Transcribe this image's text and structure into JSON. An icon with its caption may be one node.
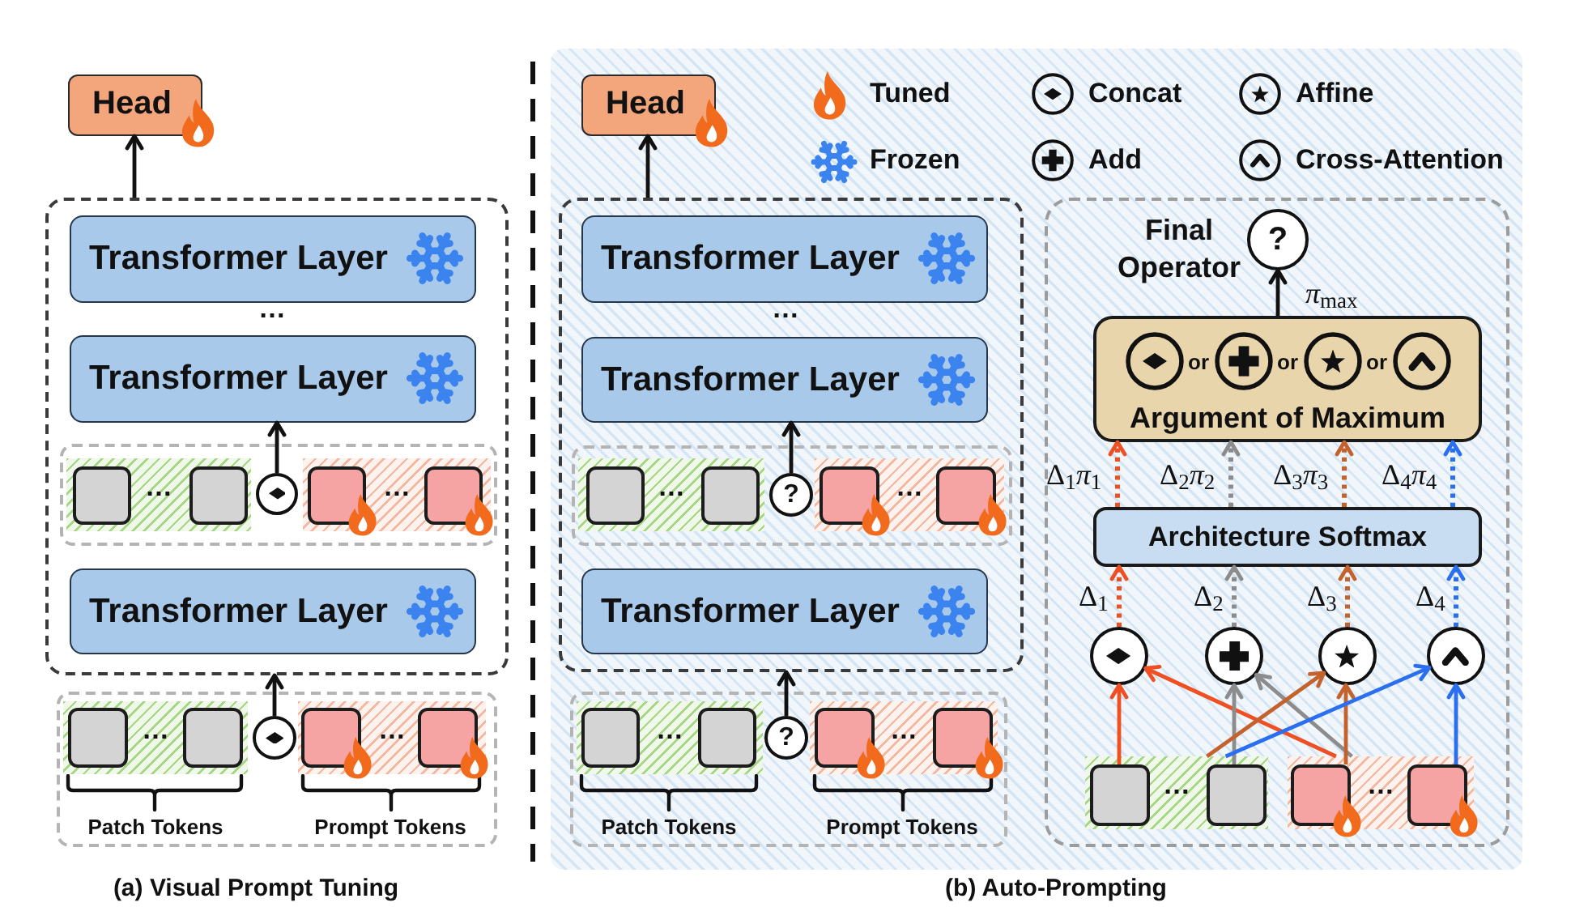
{
  "diagram": {
    "nodes": [
      {
        "text": [
          "Head"
        ]
      },
      {
        "text": [],
        "shape": "box"
      },
      {
        "text": [
          "Transformer Layer"
        ],
        "in": 1
      },
      {
        "text": [
          "Transformer Layer"
        ],
        "in": 1
      },
      {
        "text": [],
        "shape": "box",
        "in": 1
      },
      {
        "text": [
          "…"
        ],
        "in": 4
      },
      {
        "text": [],
        "shape": "box",
        "in": 5
      },
      {
        "text": [],
        "shape": "box",
        "in": 5
      },
      {
        "text": [],
        "shape": "circle",
        "in": 4
      },
      {
        "text": [
          "…"
        ],
        "in": 4
      },
      {
        "text": [],
        "shape": "box",
        "in": 9
      },
      {
        "text": [],
        "shape": "box",
        "in": 9
      },
      {
        "text": [
          "Transformer Layer"
        ],
        "in": 1
      },
      {
        "text": [],
        "shape": "box"
      },
      {
        "text": [
          "…"
        ],
        "in": 13,
        "beside": [
          "Patch Tokens"
        ]
      },
      {
        "text": [],
        "shape": "box",
        "in": 14
      },
      {
        "text": [],
        "shape": "box",
        "in": 14
      },
      {
        "text": [],
        "shape": "circle",
        "in": 13
      },
      {
        "text": [
          "…"
        ],
        "in": 13,
        "beside": [
          "Prompt Tokens"
        ]
      },
      {
        "text": [],
        "shape": "box",
        "in": 18
      },
      {
        "text": [],
        "shape": "box",
        "in": 18
      },
      {
        "text": [
          "Head"
        ]
      },
      {
        "text": [],
        "shape": "box"
      },
      {
        "text": [
          "Transformer Layer"
        ],
        "in": 22
      },
      {
        "text": [
          "Transformer Layer"
        ],
        "in": 22
      },
      {
        "text": [],
        "shape": "box",
        "in": 22
      },
      {
        "text": [
          "…"
        ],
        "in": 25
      },
      {
        "text": [],
        "shape": "box",
        "in": 26
      },
      {
        "text": [],
        "shape": "box",
        "in": 26
      },
      {
        "text": [
          "?"
        ],
        "in": 25
      },
      {
        "text": [
          "…"
        ],
        "in": 25
      },
      {
        "text": [],
        "shape": "box",
        "in": 30
      },
      {
        "text": [],
        "shape": "box",
        "in": 30
      },
      {
        "text": [
          "Transformer Layer"
        ],
        "in": 22
      },
      {
        "text": [],
        "shape": "box"
      },
      {
        "text": [
          "…"
        ],
        "in": 34,
        "beside": [
          "Patch Tokens"
        ]
      },
      {
        "text": [],
        "shape": "box",
        "in": 35
      },
      {
        "text": [],
        "shape": "box",
        "in": 35
      },
      {
        "text": [
          "?"
        ],
        "in": 34
      },
      {
        "text": [
          "…"
        ],
        "in": 34,
        "beside": [
          "Prompt Tokens"
        ]
      },
      {
        "text": [],
        "shape": "box",
        "in": 39
      },
      {
        "text": [],
        "shape": "box",
        "in": 39
      },
      {
        "text": [],
        "shape": "box"
      },
      {
        "text": [
          "?"
        ],
        "in": 42,
        "beside": [
          "Final Operator"
        ]
      },
      {
        "text": [
          "or",
          "or",
          "or",
          "Argument of Maximum"
        ],
        "in": 42
      },
      {
        "text": [
          "Architecture Softmax"
        ],
        "in": 42
      },
      {
        "text": [],
        "shape": "circle",
        "in": 42
      },
      {
        "text": [],
        "shape": "circle",
        "in": 42
      },
      {
        "text": [],
        "shape": "circle",
        "in": 42
      },
      {
        "text": [],
        "shape": "circle",
        "in": 42
      },
      {
        "text": [
          "…"
        ],
        "in": 42
      },
      {
        "text": [],
        "shape": "box",
        "in": 50
      },
      {
        "text": [],
        "shape": "box",
        "in": 50
      },
      {
        "text": [
          "…"
        ],
        "in": 42
      },
      {
        "text": [],
        "shape": "box",
        "in": 53
      },
      {
        "text": [],
        "shape": "box",
        "in": 53
      }
    ],
    "edges": [
      {
        "from": 1,
        "to": 0,
        "arrow": "to"
      },
      {
        "from": 8,
        "to": 3,
        "arrow": "to"
      },
      {
        "from": 17,
        "to": 1,
        "arrow": "to"
      },
      {
        "from": 22,
        "to": 21,
        "arrow": "to"
      },
      {
        "from": 29,
        "to": 24,
        "arrow": "to"
      },
      {
        "from": 38,
        "to": 22,
        "arrow": "to"
      },
      {
        "from": 44,
        "to": 43,
        "arrow": "to",
        "label": "*π*$_{max}$"
      },
      {
        "from": 45,
        "to": 44,
        "arrow": "to",
        "label": "Δ$_{1}$*π*$_{1}$",
        "style": "dashed",
        "color": "#ef5023"
      },
      {
        "from": 45,
        "to": 44,
        "arrow": "to",
        "label": "Δ$_{2}$*π*$_{2}$",
        "style": "dashed",
        "color": "#8c8c8c"
      },
      {
        "from": 45,
        "to": 44,
        "arrow": "to",
        "label": "Δ$_{3}$*π*$_{3}$",
        "style": "dashed",
        "color": "#c4622d"
      },
      {
        "from": 45,
        "to": 44,
        "arrow": "to",
        "label": "Δ$_{4}$*π*$_{4}$",
        "style": "dashed",
        "color": "#2a6ff0"
      },
      {
        "from": 46,
        "to": 45,
        "arrow": "to",
        "label": "Δ$_{1}$",
        "style": "dashed",
        "color": "#ef5023"
      },
      {
        "from": 47,
        "to": 45,
        "arrow": "to",
        "label": "Δ$_{2}$",
        "style": "dashed",
        "color": "#8c8c8c"
      },
      {
        "from": 48,
        "to": 45,
        "arrow": "to",
        "label": "Δ$_{3}$",
        "style": "dashed",
        "color": "#c4622d"
      },
      {
        "from": 49,
        "to": 45,
        "arrow": "to",
        "label": "Δ$_{4}$",
        "style": "dashed",
        "color": "#2a6ff0"
      },
      {
        "from": 51,
        "to": 46,
        "arrow": "to",
        "color": "#ef5023"
      },
      {
        "from": 53,
        "to": 46,
        "arrow": "to",
        "color": "#ef5023"
      },
      {
        "from": 52,
        "to": 47,
        "arrow": "to",
        "color": "#8c8c8c"
      },
      {
        "from": 53,
        "to": 47,
        "arrow": "to",
        "color": "#8c8c8c"
      },
      {
        "from": 50,
        "to": 48,
        "arrow": "to",
        "color": "#c4622d"
      },
      {
        "from": 54,
        "to": 48,
        "arrow": "to",
        "color": "#c4622d"
      },
      {
        "from": 50,
        "to": 49,
        "arrow": "to",
        "color": "#2a6ff0"
      },
      {
        "from": 55,
        "to": 49,
        "arrow": "to",
        "color": "#2a6ff0"
      }
    ],
    "labels": [
      "…",
      "…",
      "(a) Visual Prompt Tuning",
      "(b) Auto-Prompting"
    ],
    "legend": [
      {
        "text": "Tuned"
      },
      {
        "text": "Concat"
      },
      {
        "text": "Affine"
      },
      {
        "text": "Frozen"
      },
      {
        "text": "Add"
      },
      {
        "text": "Cross-Attention"
      }
    ]
  }
}
